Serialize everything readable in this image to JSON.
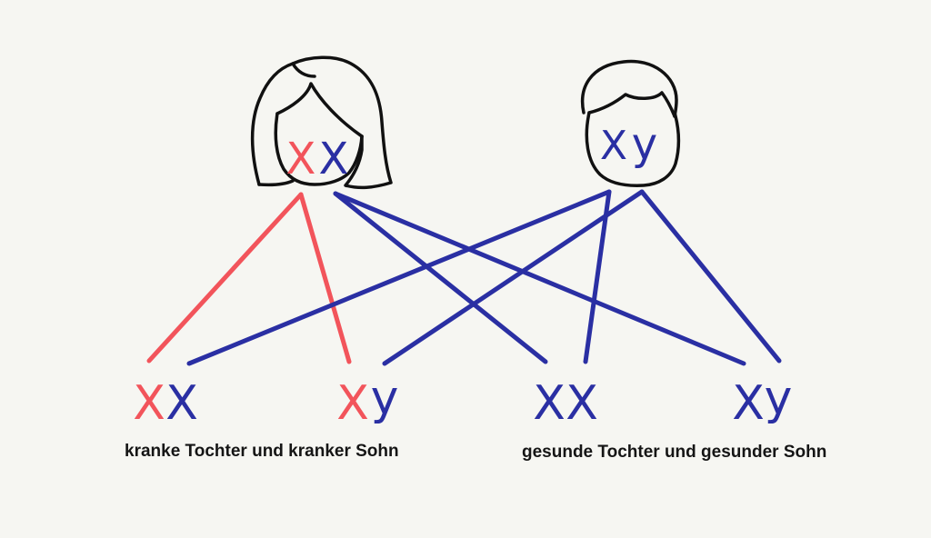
{
  "colors": {
    "affected": "#f2545b",
    "healthy": "#2a2fa3",
    "outline": "#111111",
    "background": "#f6f6f2"
  },
  "parents": {
    "mother": {
      "icon": "woman-head-icon",
      "chromosomes": [
        {
          "letter": "X",
          "status": "affected"
        },
        {
          "letter": "X",
          "status": "healthy"
        }
      ]
    },
    "father": {
      "icon": "man-head-icon",
      "chromosomes": [
        {
          "letter": "X",
          "status": "healthy"
        },
        {
          "letter": "y",
          "status": "healthy"
        }
      ]
    }
  },
  "children": [
    {
      "chromosomes": [
        {
          "letter": "X",
          "status": "affected"
        },
        {
          "letter": "X",
          "status": "healthy"
        }
      ]
    },
    {
      "chromosomes": [
        {
          "letter": "X",
          "status": "affected"
        },
        {
          "letter": "y",
          "status": "healthy"
        }
      ]
    },
    {
      "chromosomes": [
        {
          "letter": "X",
          "status": "healthy"
        },
        {
          "letter": "X",
          "status": "healthy"
        }
      ]
    },
    {
      "chromosomes": [
        {
          "letter": "X",
          "status": "healthy"
        },
        {
          "letter": "y",
          "status": "healthy"
        }
      ]
    }
  ],
  "captions": {
    "left": "kranke Tochter und kranker Sohn",
    "right": "gesunde Tochter und gesunder Sohn"
  }
}
